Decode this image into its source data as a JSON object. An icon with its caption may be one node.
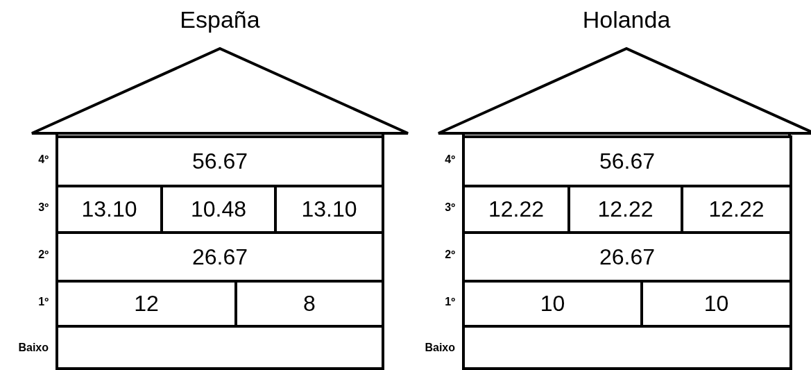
{
  "diagram": {
    "nodes": [
      {
        "text": [
          "España"
        ]
      },
      {
        "text": [
          "56.67"
        ],
        "in": 0
      },
      {
        "text": [
          "13.10"
        ],
        "in": 0
      },
      {
        "text": [
          "10.48"
        ],
        "in": 0
      },
      {
        "text": [
          "13.10"
        ],
        "in": 0
      },
      {
        "text": [
          "26.67"
        ],
        "in": 0
      },
      {
        "text": [
          "12"
        ],
        "in": 0
      },
      {
        "text": [
          "8"
        ],
        "in": 0
      },
      {
        "text": [],
        "shape": "box",
        "in": 0
      },
      {
        "text": [
          "Holanda"
        ]
      },
      {
        "text": [
          "56.67"
        ],
        "in": 9
      },
      {
        "text": [
          "12.22"
        ],
        "in": 9
      },
      {
        "text": [
          "12.22"
        ],
        "in": 9
      },
      {
        "text": [
          "12.22"
        ],
        "in": 9
      },
      {
        "text": [
          "26.67"
        ],
        "in": 9
      },
      {
        "text": [
          "10"
        ],
        "in": 9
      },
      {
        "text": [
          "10"
        ],
        "in": 9
      },
      {
        "text": [],
        "shape": "box",
        "in": 9
      }
    ],
    "edges": [],
    "labels": [
      "4º",
      "4º",
      "3º",
      "3º",
      "2º",
      "2º",
      "1º",
      "1º",
      "Baixo",
      "Baixo"
    ]
  }
}
